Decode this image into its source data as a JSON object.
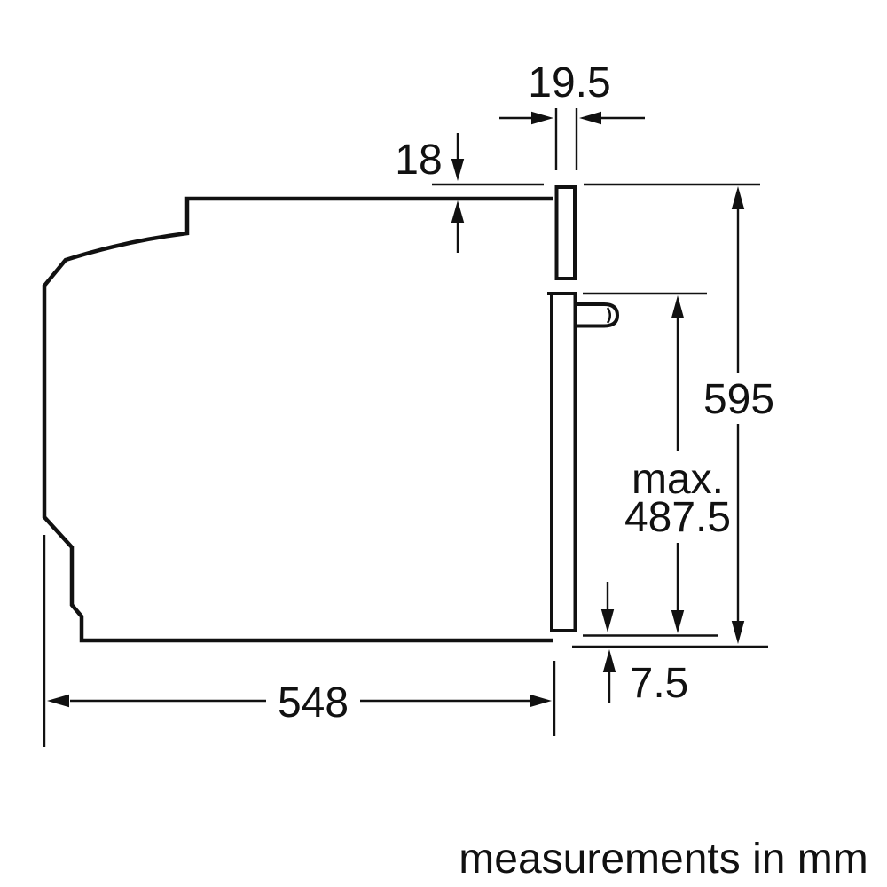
{
  "diagram": {
    "dimensions": {
      "front_frame_thickness": "19.5",
      "top_overhang": "18",
      "appliance_height": "595",
      "door_height_prefix": "max.",
      "door_height": "487.5",
      "bottom_offset": "7.5",
      "appliance_depth": "548"
    },
    "footer_note": "measurements in mm",
    "icons": "arrow-left, arrow-right, arrow-up, arrow-down arrowheads on dimension lines"
  },
  "colors": {
    "line": "#111111",
    "text": "#111111",
    "background": "#ffffff"
  }
}
